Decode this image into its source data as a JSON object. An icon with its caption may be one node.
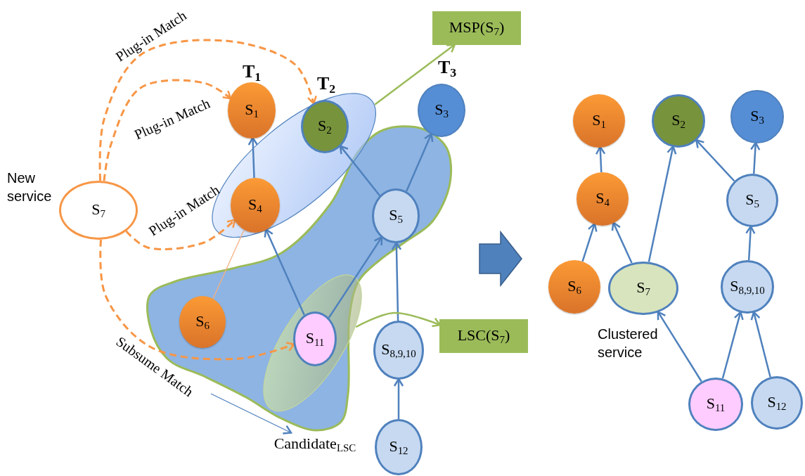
{
  "diagram": {
    "nodes": [
      {
        "text": [
          "S$_{1}$"
        ],
        "beside": [
          "T$_{1}$"
        ]
      },
      {
        "text": [
          "S$_{2}$"
        ],
        "beside": [
          "T$_{2}$"
        ],
        "in": 13
      },
      {
        "text": [
          "S$_{3}$"
        ],
        "beside": [
          "T$_{3}$"
        ]
      },
      {
        "text": [
          "S$_{4}$"
        ],
        "in": 13
      },
      {
        "text": [
          "S$_{5}$"
        ]
      },
      {
        "text": [
          "S$_{6}$"
        ]
      },
      {
        "text": [
          "S$_{7}$"
        ],
        "beside": [
          "New service"
        ]
      },
      {
        "text": [
          "S$_{11}$"
        ],
        "in": 14
      },
      {
        "text": [
          "S$_{8,9,10}$"
        ]
      },
      {
        "text": [
          "S$_{12}$"
        ]
      },
      {
        "text": [
          "Candidate$_{LSC}$"
        ]
      },
      {
        "text": [
          "MSP(S$_{7}$)"
        ]
      },
      {
        "text": [
          "LSC(S$_{7}$)"
        ]
      },
      {
        "text": [],
        "shape": "ellipse"
      },
      {
        "text": [],
        "shape": "ellipse"
      },
      {
        "text": [
          "S$_{1}$"
        ]
      },
      {
        "text": [
          "S$_{2}$"
        ]
      },
      {
        "text": [
          "S$_{3}$"
        ]
      },
      {
        "text": [
          "S$_{4}$"
        ]
      },
      {
        "text": [
          "S$_{5}$"
        ]
      },
      {
        "text": [
          "S$_{6}$"
        ]
      },
      {
        "text": [
          "S$_{7}$"
        ],
        "beside": [
          "Clustered service"
        ]
      },
      {
        "text": [
          "S$_{8,9,10}$"
        ]
      },
      {
        "text": [
          "S$_{11}$"
        ]
      },
      {
        "text": [
          "S$_{12}$"
        ]
      }
    ],
    "edges": [
      {
        "from": 3,
        "to": 0,
        "arrow": "to"
      },
      {
        "from": 4,
        "to": 1,
        "arrow": "to"
      },
      {
        "from": 4,
        "to": 2,
        "arrow": "to"
      },
      {
        "from": 7,
        "to": 3,
        "arrow": "to"
      },
      {
        "from": 7,
        "to": 4,
        "arrow": "to"
      },
      {
        "from": 8,
        "to": 4,
        "arrow": "to"
      },
      {
        "from": 9,
        "to": 8,
        "arrow": "to"
      },
      {
        "from": 5,
        "to": 3,
        "arrow": "none",
        "color": "#f4b183"
      },
      {
        "from": 6,
        "to": 1,
        "arrow": "to",
        "label": "Plug-in Match",
        "style": "dashed",
        "color": "#f79646"
      },
      {
        "from": 6,
        "to": 0,
        "arrow": "to",
        "label": "Plug-in Match",
        "style": "dashed",
        "color": "#f79646"
      },
      {
        "from": 6,
        "to": 3,
        "arrow": "to",
        "label": "Plug-in Match",
        "style": "dashed",
        "color": "#f79646"
      },
      {
        "from": 6,
        "to": 7,
        "arrow": "to",
        "label": "Subsume Match",
        "style": "dashed",
        "color": "#f79646"
      },
      {
        "from": 13,
        "to": 11,
        "arrow": "to",
        "color": "#9bbb59"
      },
      {
        "from": 14,
        "to": 12,
        "arrow": "to",
        "color": "#9bbb59"
      },
      {
        "from": null,
        "to": 10,
        "arrow": "to"
      },
      {
        "from": 18,
        "to": 15,
        "arrow": "to"
      },
      {
        "from": 20,
        "to": 18,
        "arrow": "to"
      },
      {
        "from": 21,
        "to": 18,
        "arrow": "to"
      },
      {
        "from": 21,
        "to": 16,
        "arrow": "to"
      },
      {
        "from": 19,
        "to": 16,
        "arrow": "to"
      },
      {
        "from": 19,
        "to": 17,
        "arrow": "to"
      },
      {
        "from": 22,
        "to": 19,
        "arrow": "to"
      },
      {
        "from": 23,
        "to": 21,
        "arrow": "to"
      },
      {
        "from": 23,
        "to": 22,
        "arrow": "to"
      },
      {
        "from": 24,
        "to": 22,
        "arrow": "to"
      }
    ]
  }
}
